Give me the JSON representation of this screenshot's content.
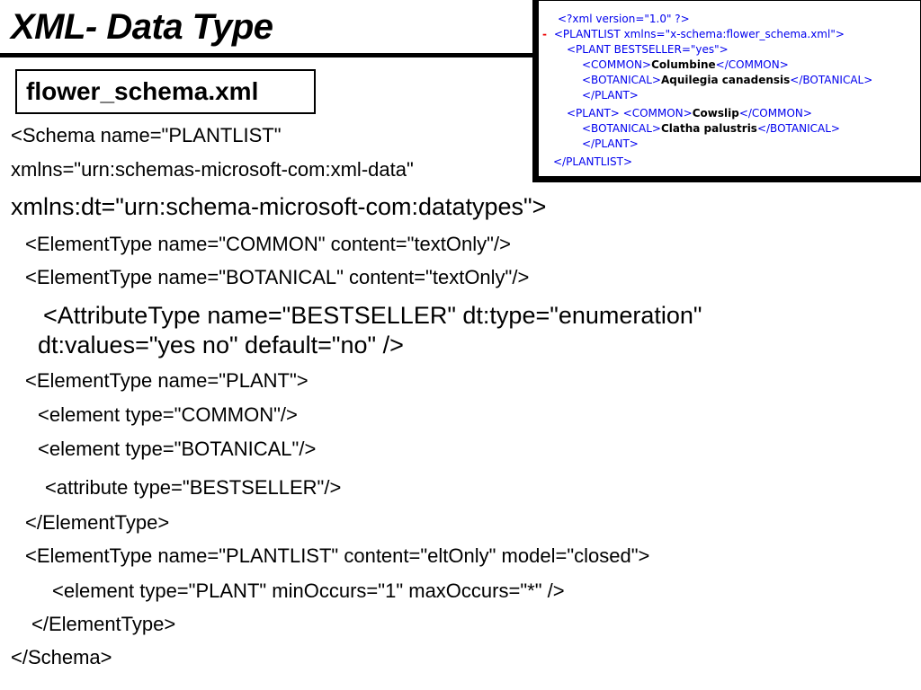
{
  "slide": {
    "title": "XML- Data Type",
    "file_label": "flower_schema.xml"
  },
  "xml_preview": {
    "lines": [
      {
        "text": "<?xml version=\"1.0\" ?>"
      },
      {
        "minus": "-",
        "text": "<PLANTLIST xmlns=\"x-schema:flower_schema.xml\">"
      },
      {
        "text": "<PLANT BESTSELLER=\"yes\">"
      },
      {
        "open": "<COMMON>",
        "value": "Columbine",
        "close": "</COMMON>"
      },
      {
        "open": "<BOTANICAL>",
        "value": "Aquilegia canadensis",
        "close": "</BOTANICAL>"
      },
      {
        "text": "</PLANT>"
      },
      {
        "open": "<PLANT> <COMMON>",
        "value": "Cowslip",
        "close": "</COMMON>"
      },
      {
        "open": "<BOTANICAL>",
        "value": "Clatha palustris",
        "close": "</BOTANICAL>"
      },
      {
        "text": "</PLANT>"
      },
      {
        "text": "</PLANTLIST>"
      }
    ]
  },
  "code": {
    "lines": [
      "<Schema name=\"PLANTLIST\"",
      "xmlns=\"urn:schemas-microsoft-com:xml-data\"",
      "xmlns:dt=\"urn:schema-microsoft-com:datatypes\">",
      "<ElementType name=\"COMMON\" content=\"textOnly\"/>",
      "<ElementType name=\"BOTANICAL\" content=\"textOnly\"/>",
      "<AttributeType name=\"BESTSELLER\" dt:type=\"enumeration\"",
      "dt:values=\"yes no\" default=\"no\" />",
      "<ElementType name=\"PLANT\">",
      "<element type=\"COMMON\"/>",
      "<element type=\"BOTANICAL\"/>",
      "<attribute type=\"BESTSELLER\"/>",
      "</ElementType>",
      "<ElementType name=\"PLANTLIST\" content=\"eltOnly\" model=\"closed\">",
      "<element type=\"PLANT\" minOccurs=\"1\" maxOccurs=\"*\" />",
      "</ElementType>",
      "</Schema>"
    ]
  }
}
